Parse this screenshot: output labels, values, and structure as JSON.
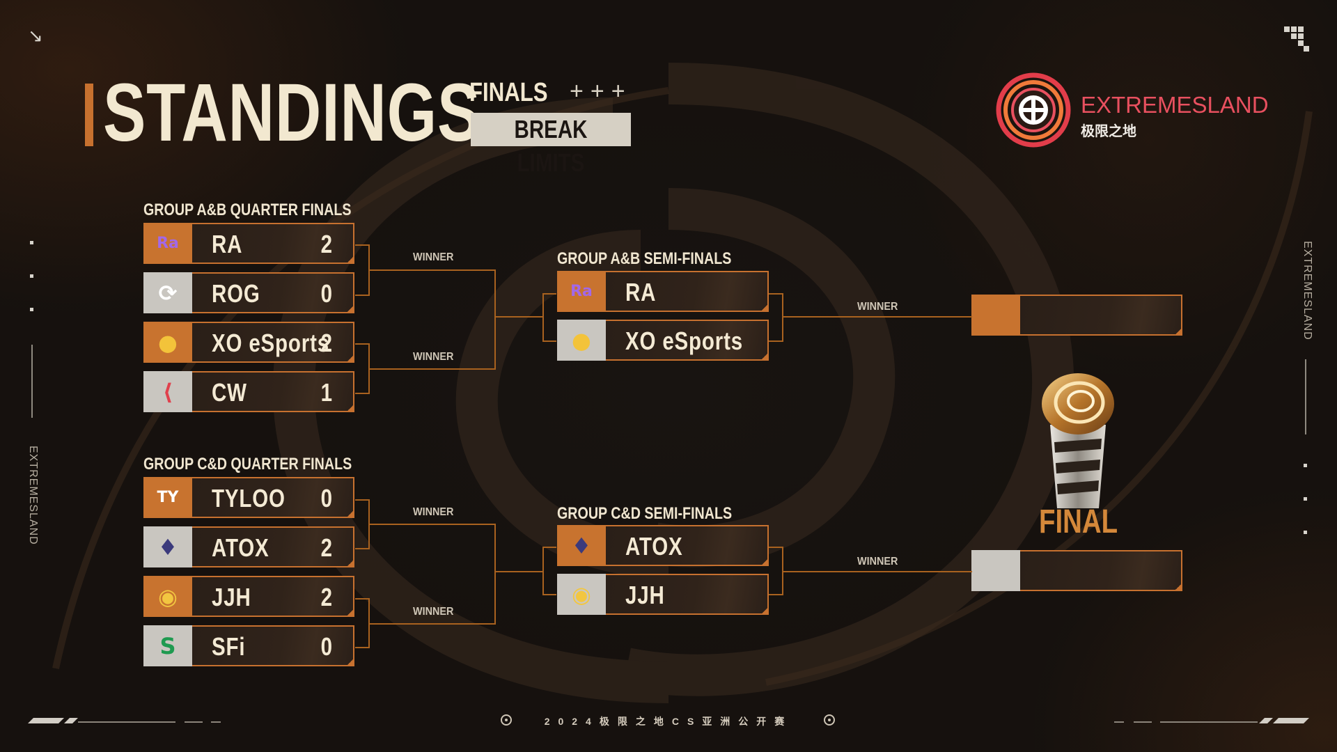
{
  "header": {
    "title": "STANDINGS",
    "finals_label": "FINALS",
    "plus_marks": "+++",
    "tagline": "BREAK LIMITS"
  },
  "brand": {
    "name": "EXTREMESLAND",
    "name_cn": "极限之地",
    "side_text": "EXTREMESLAND"
  },
  "groups": {
    "ab_quarter": {
      "title": "GROUP A&B QUARTER FINALS",
      "teams": [
        {
          "name": "RA",
          "score": "2",
          "icon": "ra-logo-icon",
          "tile": "orange"
        },
        {
          "name": "ROG",
          "score": "0",
          "icon": "rog-logo-icon",
          "tile": "gray"
        },
        {
          "name": "XO eSports",
          "score": "2",
          "icon": "xo-logo-icon",
          "tile": "orange"
        },
        {
          "name": "CW",
          "score": "1",
          "icon": "cw-logo-icon",
          "tile": "gray"
        }
      ]
    },
    "cd_quarter": {
      "title": "GROUP C&D QUARTER FINALS",
      "teams": [
        {
          "name": "TYLOO",
          "score": "0",
          "icon": "tyloo-logo-icon",
          "tile": "orange"
        },
        {
          "name": "ATOX",
          "score": "2",
          "icon": "atox-logo-icon",
          "tile": "gray"
        },
        {
          "name": "JJH",
          "score": "2",
          "icon": "jjh-logo-icon",
          "tile": "orange"
        },
        {
          "name": "SFi",
          "score": "0",
          "icon": "sfi-logo-icon",
          "tile": "gray"
        }
      ]
    },
    "ab_semi": {
      "title": "GROUP A&B SEMI-FINALS",
      "teams": [
        {
          "name": "RA",
          "icon": "ra-logo-icon",
          "tile": "orange"
        },
        {
          "name": "XO eSports",
          "icon": "xo-logo-icon",
          "tile": "gray"
        }
      ]
    },
    "cd_semi": {
      "title": "GROUP C&D SEMI-FINALS",
      "teams": [
        {
          "name": "ATOX",
          "icon": "atox-logo-icon",
          "tile": "orange"
        },
        {
          "name": "JJH",
          "icon": "jjh-logo-icon",
          "tile": "gray"
        }
      ]
    }
  },
  "labels": {
    "winner": "WINNER",
    "final": "FINAL"
  },
  "footer": {
    "text": "2024极限之地CS亚洲公开赛"
  },
  "colors": {
    "accent": "#c7712f",
    "tile_gray": "#c9c6c0",
    "brand_red": "#e8505f"
  }
}
